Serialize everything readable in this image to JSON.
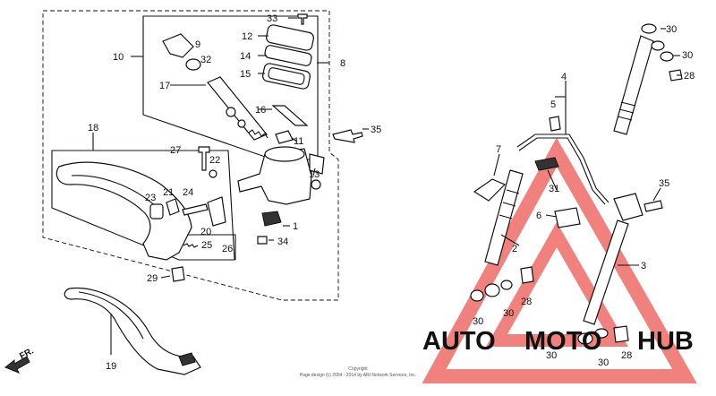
{
  "labels": {
    "p1": "1",
    "p2": "2",
    "p3": "3",
    "p4": "4",
    "p5": "5",
    "p6": "6",
    "p7": "7",
    "p8": "8",
    "p9": "9",
    "p10": "10",
    "p11": "11",
    "p12": "12",
    "p13": "13",
    "p14": "14",
    "p15": "15",
    "p16": "16",
    "p17": "17",
    "p18": "18",
    "p19": "19",
    "p20": "20",
    "p21": "21",
    "p22": "22",
    "p23": "23",
    "p24": "24",
    "p25": "25",
    "p26": "26",
    "p27": "27",
    "p28a": "28",
    "p28b": "28",
    "p28c": "28",
    "p29": "29",
    "p30a": "30",
    "p30b": "30",
    "p30c": "30",
    "p30d": "30",
    "p30e": "30",
    "p30f": "30",
    "p31": "31",
    "p32": "32",
    "p33": "33",
    "p34": "34",
    "p35a": "35",
    "p35b": "35"
  },
  "direction_marker": "FR.",
  "copyright": {
    "line1": "Copyright",
    "line2": "Page design (c) 2004 - 2014 by ARI Network Services, Inc."
  },
  "watermark": {
    "word1": "AUTO",
    "word2": "MOTO",
    "word3": "HUB",
    "colors": {
      "triangle": "#e8463f",
      "auto": "#f2b24a",
      "moto": "#f08a7e",
      "hub": "#3a3a3a"
    }
  }
}
